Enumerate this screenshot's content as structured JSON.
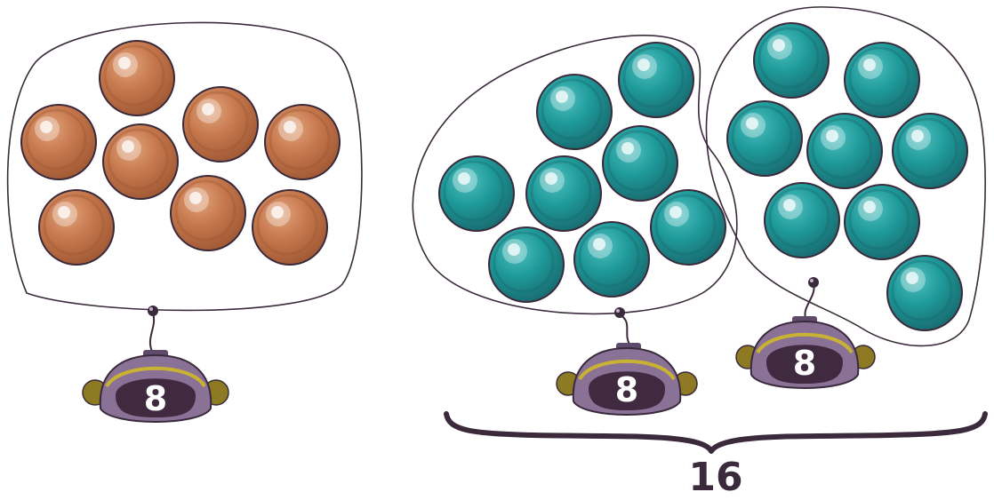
{
  "colors": {
    "orange_ball": "#c7784d",
    "orange_ball_dark": "#9c5632",
    "orange_ball_light": "#dc9a72",
    "teal_ball": "#1f9a9a",
    "teal_ball_dark": "#17666b",
    "teal_ball_light": "#4cbcbc",
    "outline": "#3a2a3c",
    "robot_body": "#8a7296",
    "robot_body_dark": "#5e4a6a",
    "robot_screen": "#3f2a40",
    "robot_trim": "#c9b233",
    "robot_ear": "#8f7a24"
  },
  "groups": [
    {
      "name": "orange-group",
      "count_label": "8",
      "ball_count": 8,
      "color": "orange"
    },
    {
      "name": "teal-group-left",
      "count_label": "8",
      "ball_count": 8,
      "color": "teal"
    },
    {
      "name": "teal-group-right",
      "count_label": "8",
      "ball_count": 8,
      "color": "teal"
    }
  ],
  "total": {
    "label": "16"
  }
}
